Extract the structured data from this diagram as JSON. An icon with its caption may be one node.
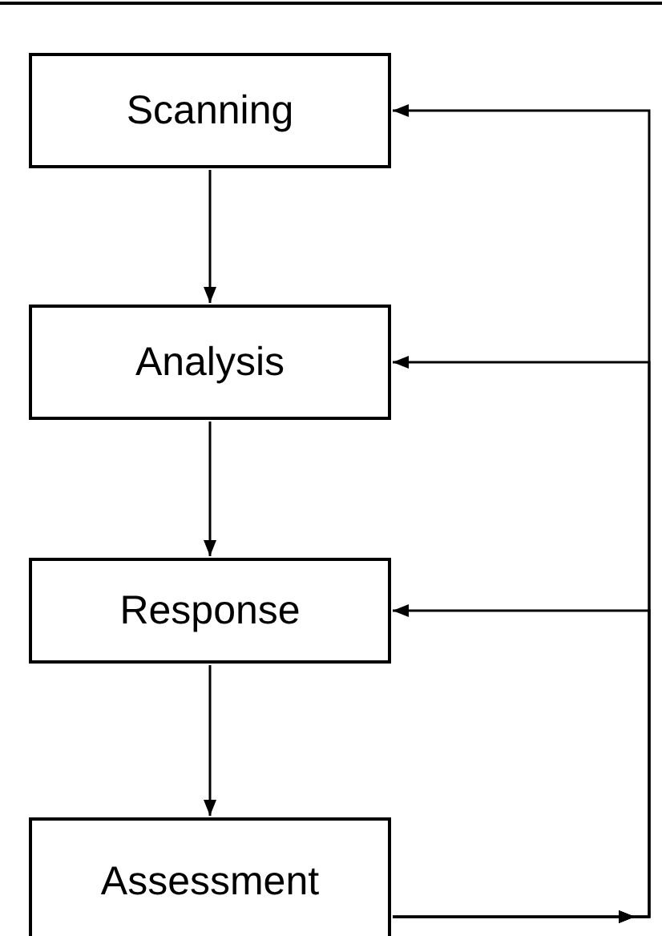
{
  "diagram": {
    "nodes": [
      {
        "text": [
          "Scanning"
        ]
      },
      {
        "text": [
          "Analysis"
        ]
      },
      {
        "text": [
          "Response"
        ]
      },
      {
        "text": [
          "Assessment"
        ]
      }
    ],
    "edges": [
      {
        "from": 0,
        "to": 1,
        "arrow": "to"
      },
      {
        "from": 1,
        "to": 2,
        "arrow": "to"
      },
      {
        "from": 2,
        "to": 3,
        "arrow": "to"
      },
      {
        "from": 3,
        "to": 0,
        "arrow": "to"
      },
      {
        "from": 3,
        "to": 1,
        "arrow": "to"
      },
      {
        "from": 3,
        "to": 2,
        "arrow": "to"
      }
    ]
  }
}
